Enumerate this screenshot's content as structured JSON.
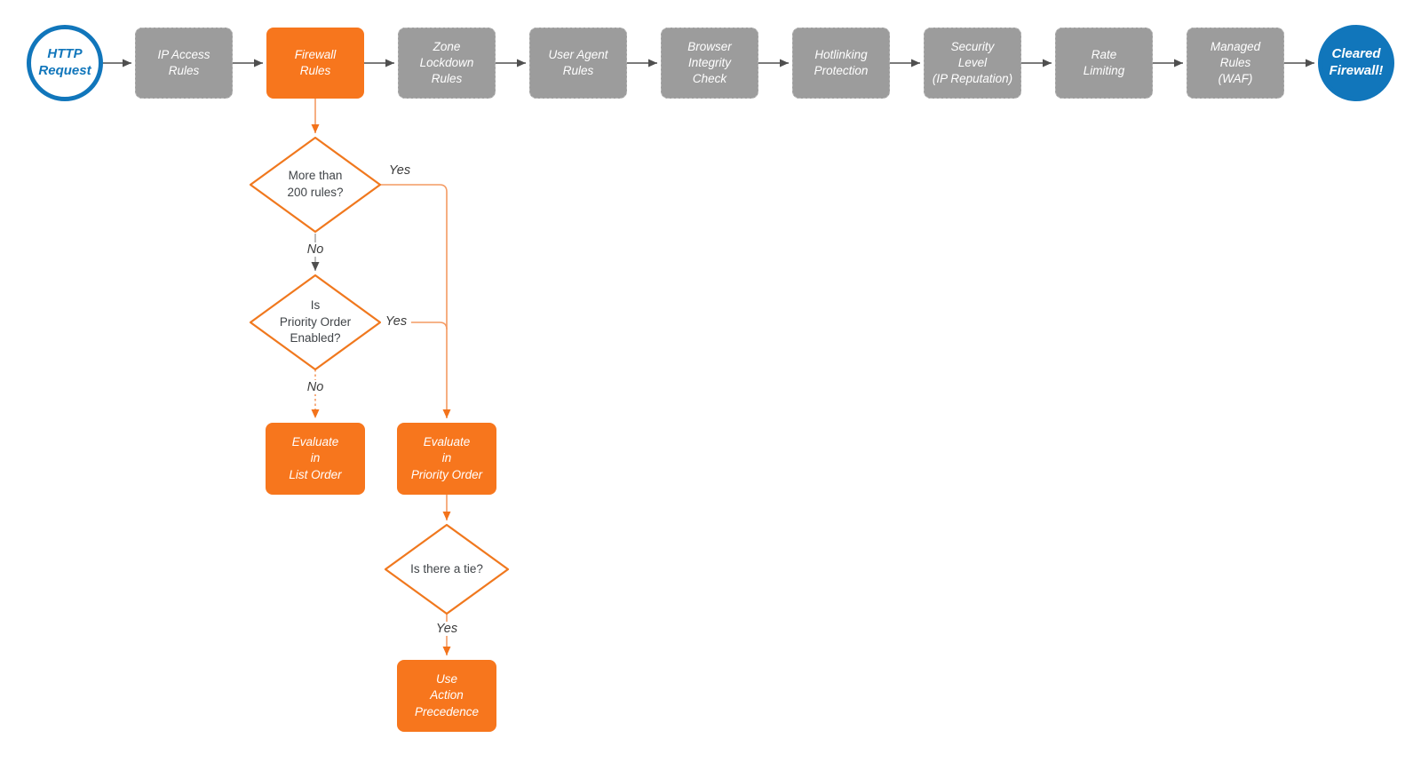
{
  "colors": {
    "orange": "#F7761D",
    "orangeBorder": "#F0781E",
    "orangeLine": "#F49A62",
    "orangeArrow": "#F3731B",
    "grayBox": "#9C9C9C",
    "grayBorder": "#B7B7B7",
    "grayLine": "#ACACAC",
    "darkArrow": "#4F4F4F",
    "blue": "#1176BB",
    "diamondText": "#404448",
    "labelText": "#3C3C3C"
  },
  "flowchart": {
    "start": {
      "label": "HTTP\nRequest"
    },
    "stages": [
      {
        "label": "IP Access\nRules",
        "highlighted": false
      },
      {
        "label": "Firewall\nRules",
        "highlighted": true
      },
      {
        "label": "Zone\nLockdown\nRules",
        "highlighted": false
      },
      {
        "label": "User Agent\nRules",
        "highlighted": false
      },
      {
        "label": "Browser\nIntegrity\nCheck",
        "highlighted": false
      },
      {
        "label": "Hotlinking\nProtection",
        "highlighted": false
      },
      {
        "label": "Security\nLevel\n(IP Reputation)",
        "highlighted": false
      },
      {
        "label": "Rate\nLimiting",
        "highlighted": false
      },
      {
        "label": "Managed\nRules\n(WAF)",
        "highlighted": false
      }
    ],
    "end": {
      "label": "Cleared\nFirewall!"
    },
    "branch": {
      "decision_rule_count": {
        "label": "More than\n200 rules?",
        "yes": "Yes",
        "no": "No"
      },
      "decision_priority_enabled": {
        "label": "Is\nPriority Order\nEnabled?",
        "yes": "Yes",
        "no": "No"
      },
      "evaluate_list_order": {
        "label": "Evaluate\nin\nList Order"
      },
      "evaluate_priority_order": {
        "label": "Evaluate\nin\nPriority Order"
      },
      "decision_tie": {
        "label": "Is there a tie?",
        "yes": "Yes"
      },
      "use_action_precedence": {
        "label": "Use\nAction\nPrecedence"
      }
    }
  }
}
